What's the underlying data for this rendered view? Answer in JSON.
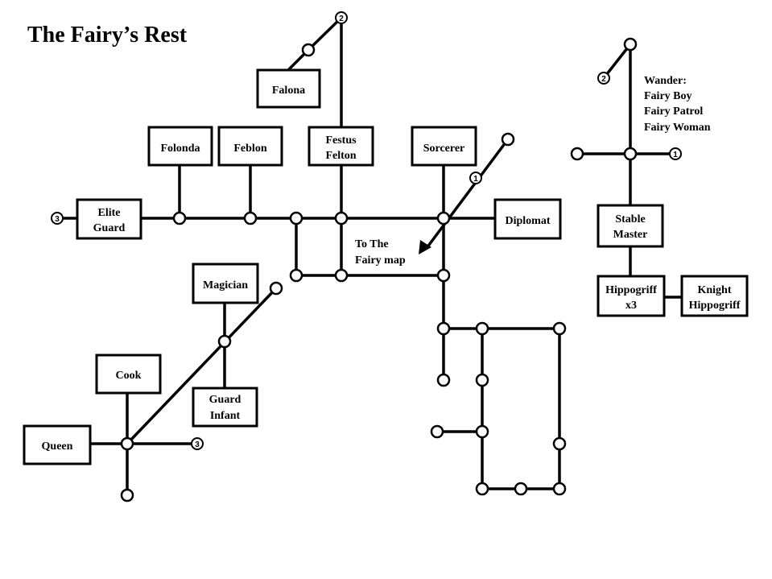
{
  "title": "The Fairy’s Rest",
  "rooms": {
    "falona": [
      "Falona"
    ],
    "folonda": [
      "Folonda"
    ],
    "feblon": [
      "Feblon"
    ],
    "festus_felton": [
      "Festus",
      "Felton"
    ],
    "sorcerer": [
      "Sorcerer"
    ],
    "elite_guard": [
      "Elite",
      "Guard"
    ],
    "diplomat": [
      "Diplomat"
    ],
    "magician": [
      "Magician"
    ],
    "cook": [
      "Cook"
    ],
    "guard_infant": [
      "Guard",
      "Infant"
    ],
    "queen": [
      "Queen"
    ],
    "stable_master": [
      "Stable",
      "Master"
    ],
    "hippogriff": [
      "Hippogriff",
      "x3"
    ],
    "knight_hippogriff": [
      "Knight",
      "Hippogriff"
    ]
  },
  "exit_note": [
    "To The",
    "Fairy map"
  ],
  "wander": [
    "Wander:",
    "Fairy Boy",
    "Fairy Patrol",
    "Fairy Woman"
  ],
  "warps": {
    "top": "2",
    "right_top": "2",
    "sorcerer_exit": "1",
    "stable_right": "1",
    "elite_left": "3",
    "queen_right": "3"
  }
}
